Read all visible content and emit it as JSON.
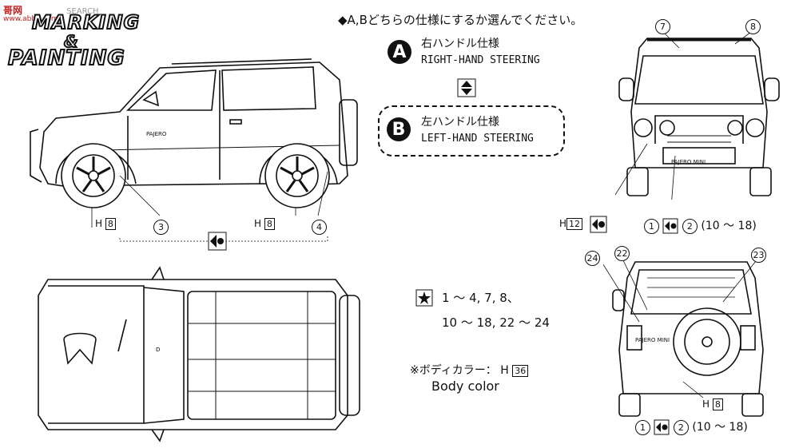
{
  "watermark": {
    "top": "SEARCH",
    "bottom": "www.abba.com",
    "logo": "哥网"
  },
  "title": {
    "line1": "MARKING",
    "line2": "&",
    "line3": "PAINTING"
  },
  "instruction": {
    "text": "◆A,Bどちらの仕様にするか選んでください。"
  },
  "option_a": {
    "letter": "A",
    "jp": "右ハンドル仕様",
    "en": "RIGHT-HAND STEERING"
  },
  "option_b": {
    "letter": "B",
    "jp": "左ハンドル仕様",
    "en": "LEFT-HAND STEERING"
  },
  "side_view": {
    "h_front": "H",
    "h_front_num": "8",
    "h_rear": "H",
    "h_rear_num": "8",
    "callout_3": "3",
    "callout_4": "4",
    "badge_text": "PAJERO"
  },
  "front_view": {
    "callout_7": "7",
    "callout_8": "8",
    "h": "H",
    "h_num": "12",
    "decal_a": "1",
    "decal_b": "2",
    "decal_range": "(10 〜 18)",
    "plate": "PAJERO MINI"
  },
  "rear_view": {
    "callout_22": "22",
    "callout_23": "23",
    "callout_24": "24",
    "h": "H",
    "h_num": "8",
    "decal_a": "1",
    "decal_b": "2",
    "decal_range": "(10 〜 18)",
    "plate": "PAJERO MINI"
  },
  "legend": {
    "line1": "1 〜 4, 7, 8、",
    "line2": "10 〜 18, 22 〜 24"
  },
  "body_color": {
    "jp": "※ボディカラー：",
    "h": "H",
    "h_num": "36",
    "en": "Body color"
  }
}
